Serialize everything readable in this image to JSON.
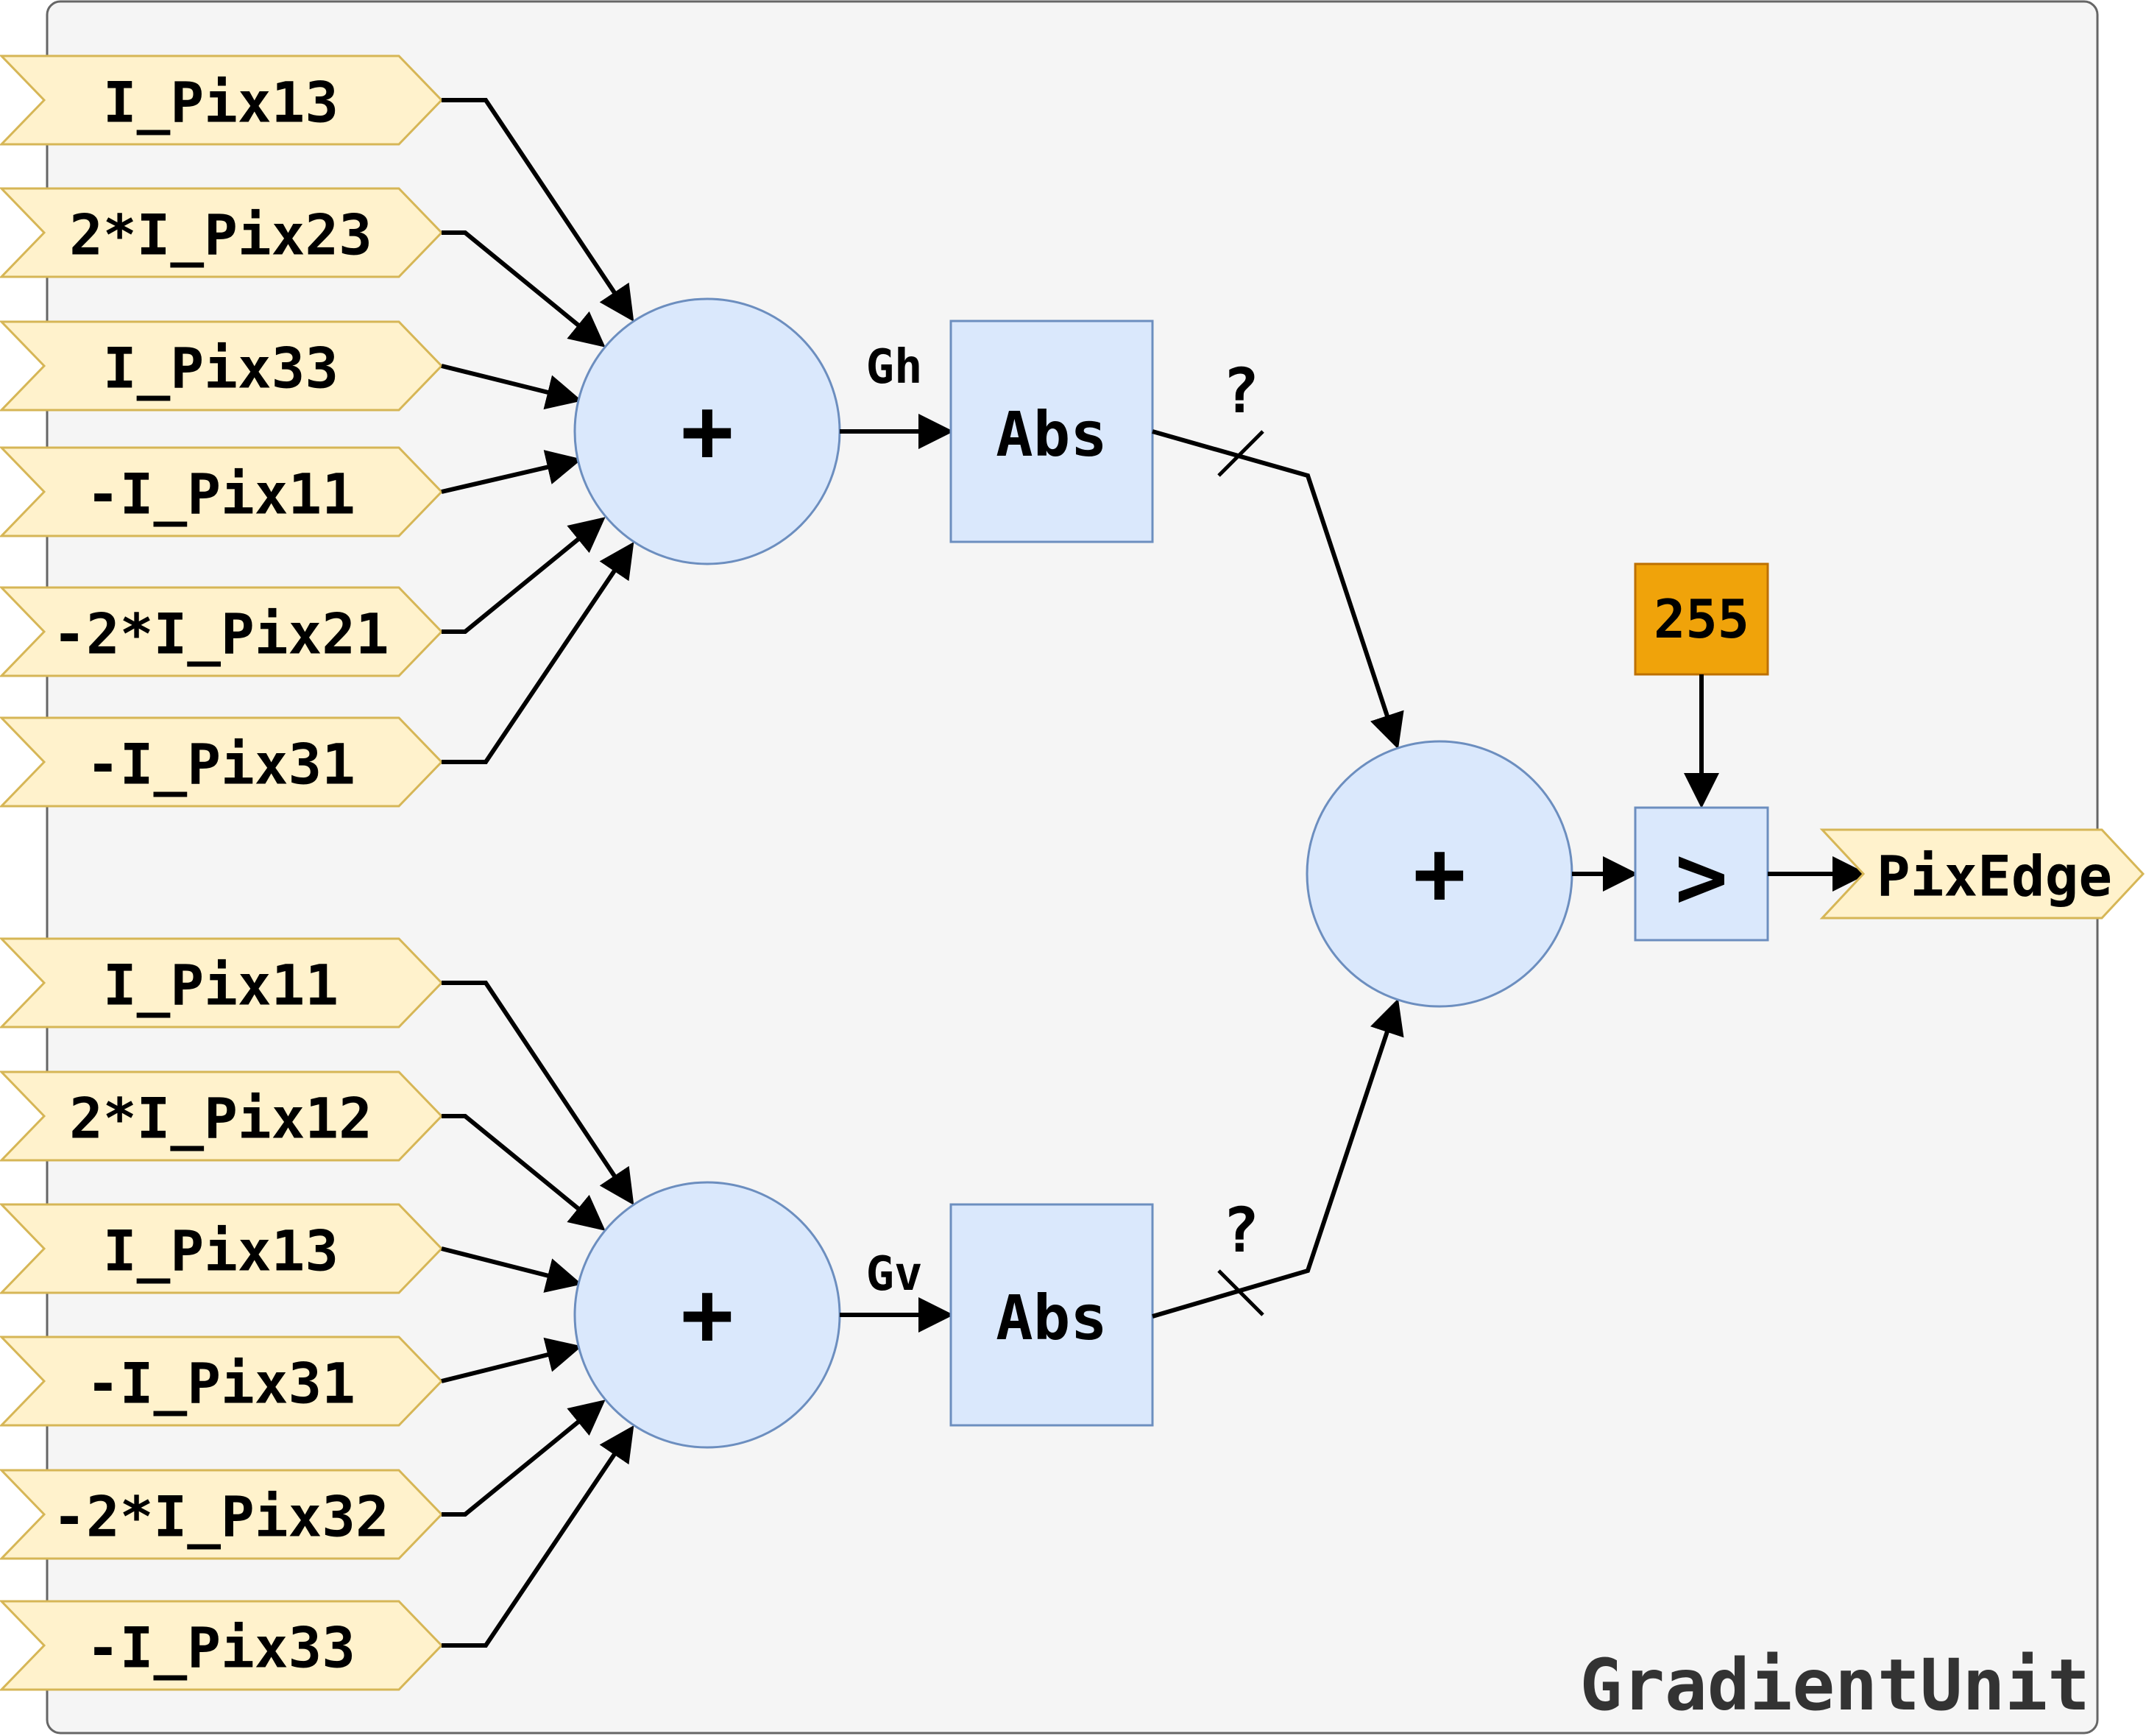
{
  "unit_label": "GradientUnit",
  "gh_inputs": [
    "I_Pix13",
    "2*I_Pix23",
    "I_Pix33",
    "-I_Pix11",
    "-2*I_Pix21",
    "-I_Pix31"
  ],
  "gv_inputs": [
    "I_Pix11",
    "2*I_Pix12",
    "I_Pix13",
    "-I_Pix31",
    "-2*I_Pix32",
    "-I_Pix33"
  ],
  "adder_symbol": "+",
  "gh_label": "Gh",
  "gv_label": "Gv",
  "abs_label": "Abs",
  "width_unknown": "?",
  "threshold_value": "255",
  "compare_symbol": ">",
  "output_label": "PixEdge",
  "colors": {
    "unit_fill": "#f5f5f5",
    "unit_stroke": "#666666",
    "port_fill": "#fff2cc",
    "port_stroke": "#d6b656",
    "block_fill": "#dae8fc",
    "block_stroke": "#6c8ebf",
    "const_fill": "#f0a30a",
    "const_stroke": "#bd7000"
  }
}
